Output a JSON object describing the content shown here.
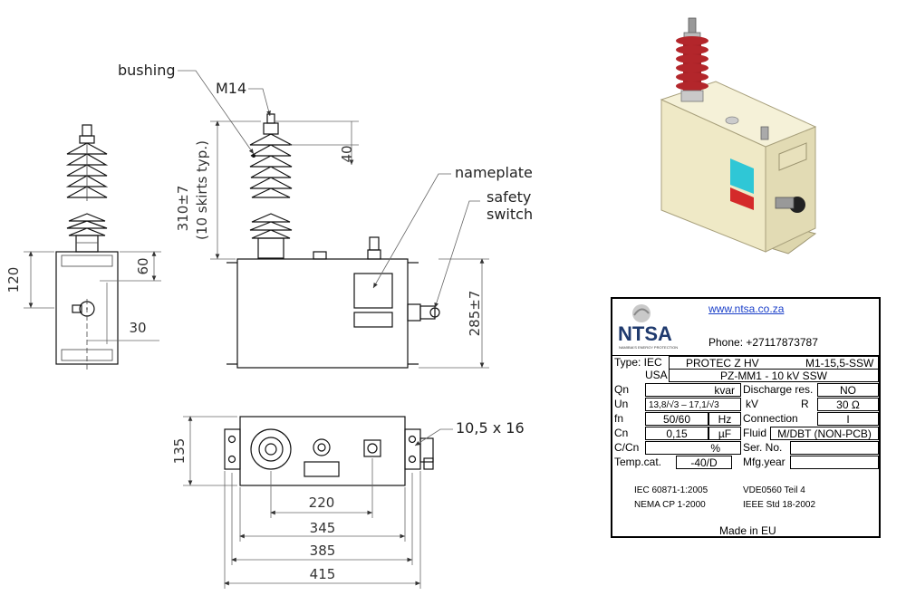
{
  "labels": {
    "bushing": "bushing",
    "m14": "M14",
    "nameplate": "nameplate",
    "safety": "safety",
    "switch": "switch",
    "hole": "10,5 x 16"
  },
  "dimensions": {
    "d120": "120",
    "d60": "60",
    "d30": "30",
    "d310": "310±7",
    "d10skirts": "(10 skirts typ.)",
    "d40": "40",
    "d285": "285±7",
    "d135": "135",
    "d220": "220",
    "d345": "345",
    "d385": "385",
    "d415": "415"
  },
  "nameplate": {
    "logo": "NTSA",
    "logo_sub": "NAMIBIA'S ENERGY PROTECTION",
    "url": "www.ntsa.co.za",
    "phone": "Phone: +27117873787",
    "type_label": "Type: IEC",
    "type_iec": "PROTEC Z HV",
    "type_code": "M1-15,5-SSW",
    "usa_label": "USA",
    "usa_value": "PZ-MM1 - 10 kV SSW",
    "qn_label": "Qn",
    "qn_unit": "kvar",
    "discharge_label": "Discharge res.",
    "discharge_value": "NO",
    "un_label": "Un",
    "un_value": "13,8/√3 – 17,1/√3",
    "un_unit": "kV",
    "r_label": "R",
    "r_value": "30 Ω",
    "fn_label": "fn",
    "fn_value": "50/60",
    "fn_unit": "Hz",
    "connection_label": "Connection",
    "connection_value": "I",
    "cn_label": "Cn",
    "cn_value": "0,15",
    "cn_unit": "µF",
    "fluid_label": "Fluid",
    "fluid_value": "M/DBT (NON-PCB)",
    "ccn_label": "C/Cn",
    "ccn_unit": "%",
    "ser_label": "Ser. No.",
    "temp_label": "Temp.cat.",
    "temp_value": "-40/D",
    "mfg_label": "Mfg.year",
    "std1": "IEC 60871-1:2005",
    "std2": "VDE0560 Teil 4",
    "std3": "NEMA CP 1-2000",
    "std4": "IEEE Std 18-2002",
    "made": "Made in EU"
  },
  "colors": {
    "bushing_red": "#b3262b",
    "body_cream": "#efe9c6",
    "plate_cyan": "#2fc7d6",
    "plate_red": "#d42a2a",
    "logo_blue": "#1f3a6e"
  }
}
